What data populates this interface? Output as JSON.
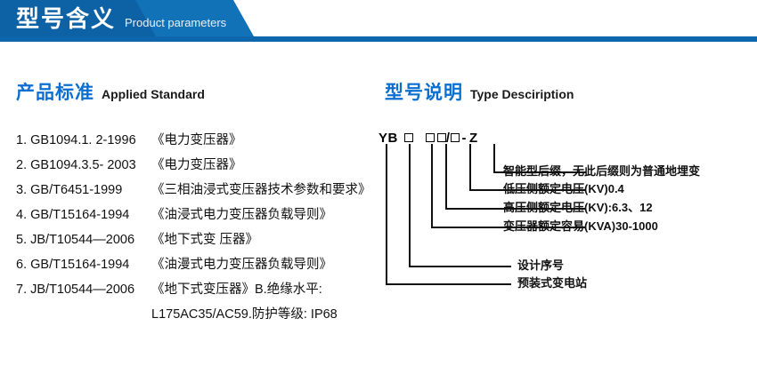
{
  "header": {
    "title_cn": "型号含义",
    "title_en": "Product parameters",
    "bar_color_dark": "#0d61a5",
    "bar_color_light": "#1272b8",
    "underline_color": "#0e67ad"
  },
  "sections": {
    "left": {
      "title_cn": "产品标准",
      "title_en": "Applied Standard",
      "accent_color": "#0a6fd0"
    },
    "right": {
      "title_cn": "型号说明",
      "title_en": "Type Desciription",
      "accent_color": "#0a6fd0"
    }
  },
  "standards": [
    {
      "code": "1. GB1094.1. 2-1996",
      "name": "《电力变压器》"
    },
    {
      "code": "2. GB1094.3.5- 2003",
      "name": "《电力变压器》"
    },
    {
      "code": "3. GB/T6451-1999",
      "name": "《三相油浸式变压器技术参数和要求》"
    },
    {
      "code": "4. GB/T15164-1994",
      "name": "《油浸式电力变压器负载导则》"
    },
    {
      "code": "5. JB/T10544—2006",
      "name": "《地下式变 压器》"
    },
    {
      "code": "6. GB/T15164-1994",
      "name": "《油漫式电力变压器负载导则》"
    },
    {
      "code": "7. JB/T10544—2006",
      "name": "《地下式变压器》B.绝缘水平:"
    }
  ],
  "standards_continuation": "L175AC35/AC59.防护等级: IP68",
  "type_code": {
    "prefix": "YB",
    "box1": "□",
    "box2": "□",
    "box3": "□",
    "slash": "/",
    "box4": "□",
    "dash": "-",
    "suffix": "Z"
  },
  "type_labels": [
    {
      "id": "smart-suffix",
      "text": "智能型后缀，无此后缀则为普通地埋变"
    },
    {
      "id": "lv-rated-voltage",
      "text": "低压侧额定电压(KV)0.4"
    },
    {
      "id": "hv-rated-voltage",
      "text": "高压侧额定电压(KV):6.3、12"
    },
    {
      "id": "rated-capacity",
      "text": "变压器额定容易(KVA)30-1000"
    },
    {
      "id": "design-serial",
      "text": "设计序号"
    },
    {
      "id": "prefab-substation",
      "text": "预装式变电站"
    }
  ]
}
